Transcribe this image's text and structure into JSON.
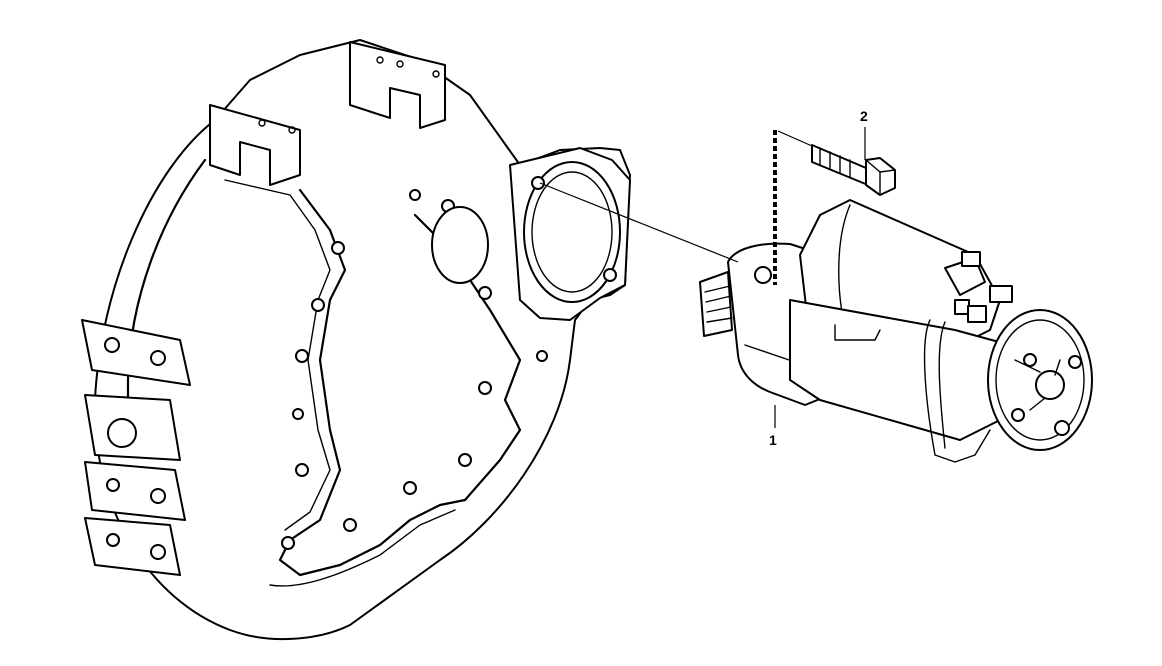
{
  "diagram": {
    "callouts": [
      {
        "id": "1",
        "label": "1"
      },
      {
        "id": "2",
        "label": "2"
      }
    ],
    "parts": [
      {
        "name": "flywheel-housing"
      },
      {
        "name": "starter-motor"
      },
      {
        "name": "bolt"
      }
    ]
  }
}
